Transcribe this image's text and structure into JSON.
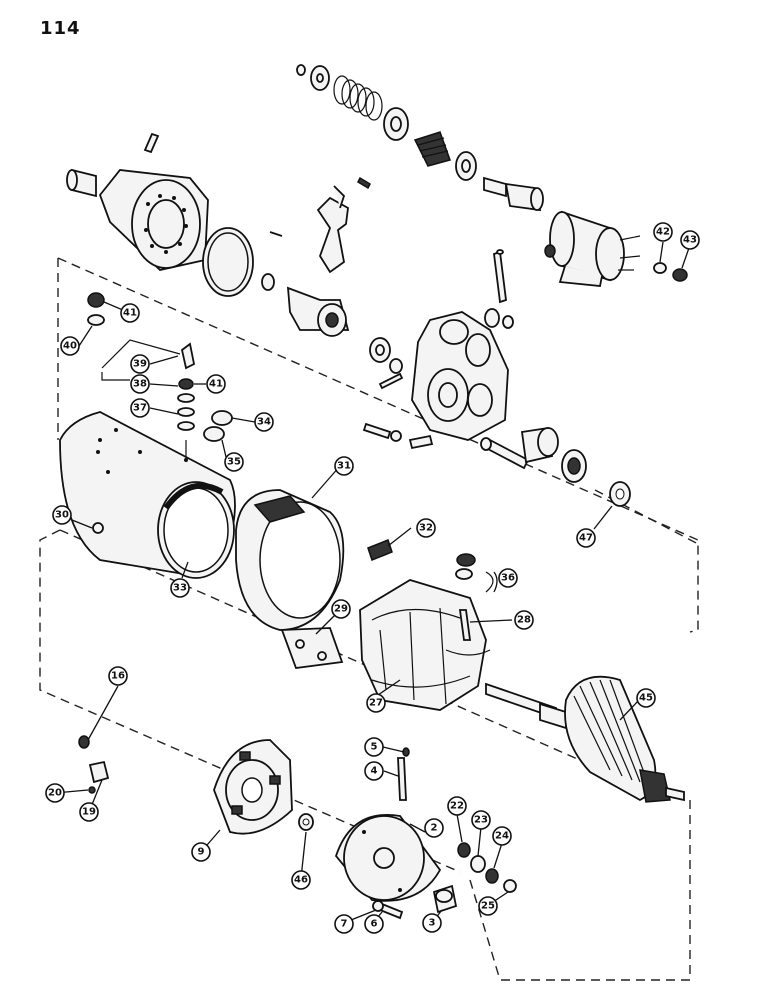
{
  "page": {
    "number": "114"
  },
  "callouts": [
    "2",
    "3",
    "4",
    "5",
    "6",
    "7",
    "9",
    "16",
    "19",
    "20",
    "22",
    "23",
    "24",
    "25",
    "27",
    "28",
    "29",
    "30",
    "31",
    "32",
    "33",
    "34",
    "35",
    "36",
    "37",
    "38",
    "39",
    "40",
    "41",
    "41",
    "42",
    "43",
    "45",
    "46",
    "47"
  ],
  "colors": {
    "ink": "#111111",
    "paper": "#ffffff",
    "fill": "#f4f4f4"
  }
}
